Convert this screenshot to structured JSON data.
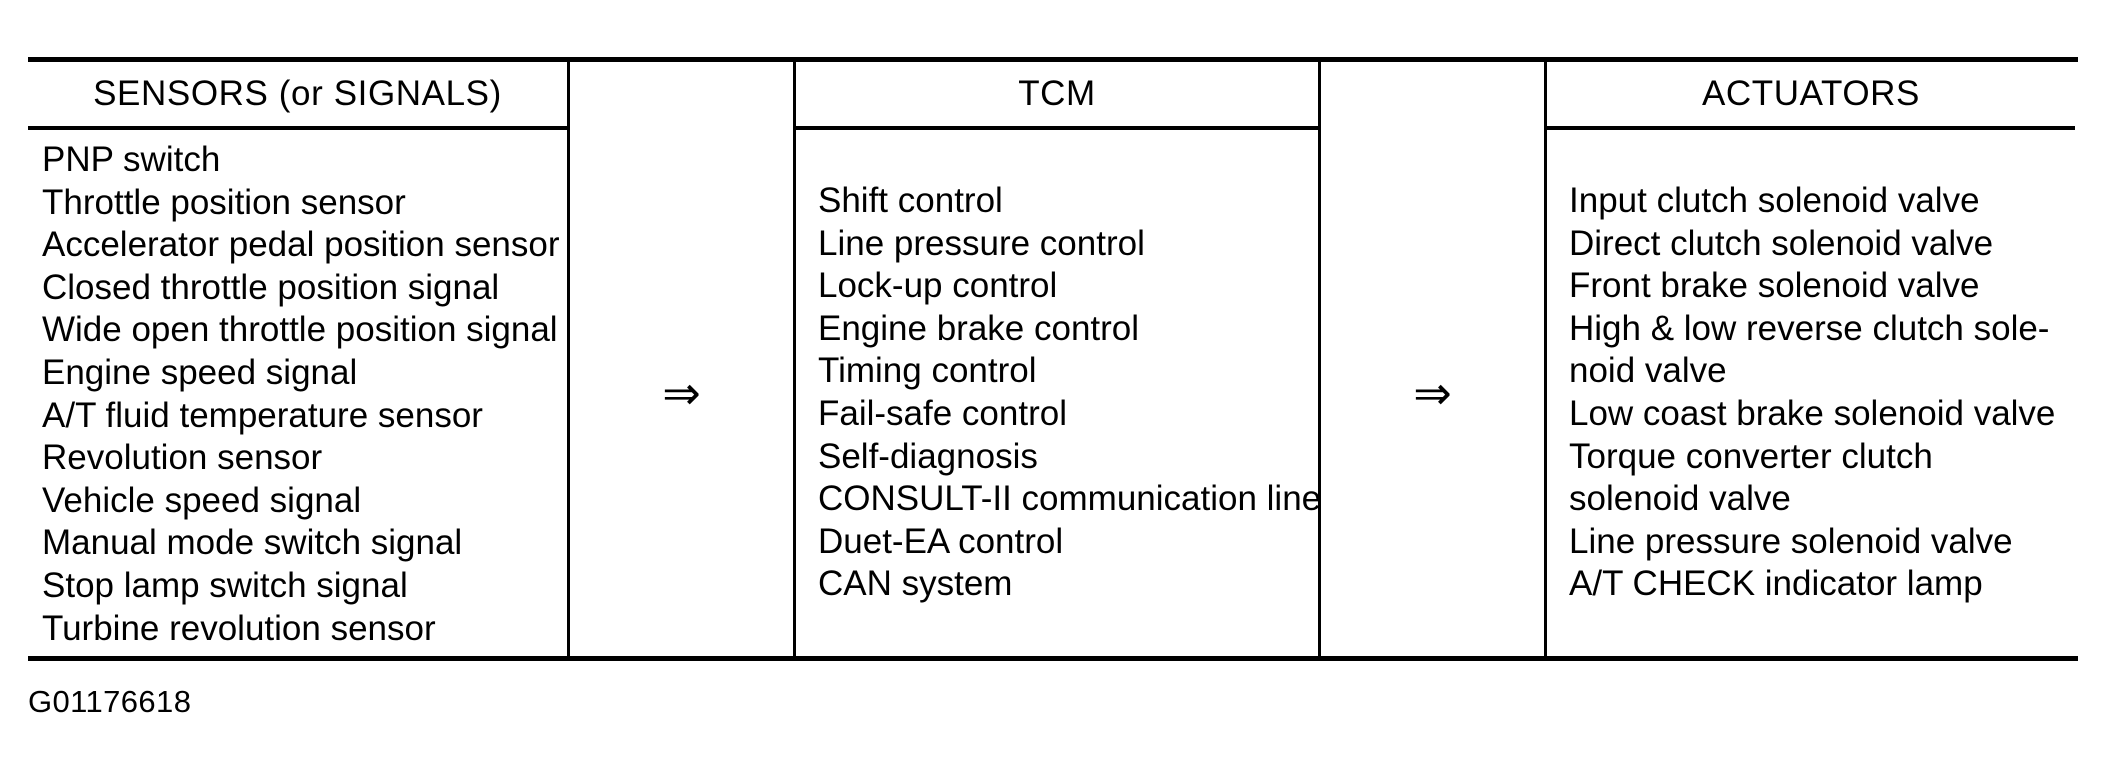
{
  "diagram": {
    "caption": "G01176618",
    "arrow_glyph": "⇒",
    "line_color": "#000000",
    "background_color": "#ffffff",
    "columns": [
      {
        "key": "sensors",
        "header": "SENSORS (or SIGNALS)",
        "items": [
          "PNP switch",
          "Throttle position sensor",
          "Accelerator pedal position sensor",
          "Closed throttle position signal",
          "Wide open throttle position signal",
          "Engine speed signal",
          "A/T fluid temperature sensor",
          "Revolution sensor",
          "Vehicle speed signal",
          "Manual mode switch signal",
          "Stop lamp switch signal",
          "Turbine revolution sensor"
        ]
      },
      {
        "key": "arrow_a",
        "header": "",
        "items": []
      },
      {
        "key": "tcm",
        "header": "TCM",
        "items": [
          "Shift control",
          "Line pressure control",
          "Lock-up control",
          "Engine brake control",
          "Timing control",
          "Fail-safe control",
          "Self-diagnosis",
          "CONSULT-II communication line",
          "Duet-EA control",
          "CAN system"
        ]
      },
      {
        "key": "arrow_b",
        "header": "",
        "items": []
      },
      {
        "key": "actuators",
        "header": "ACTUATORS",
        "items": [
          "Input clutch solenoid valve",
          "Direct clutch solenoid valve",
          "Front brake solenoid valve",
          "High & low reverse clutch sole-noid valve",
          "Low coast brake solenoid valve",
          "Torque converter clutch solenoid valve",
          "Line pressure solenoid valve",
          "A/T CHECK indicator lamp"
        ]
      }
    ]
  }
}
